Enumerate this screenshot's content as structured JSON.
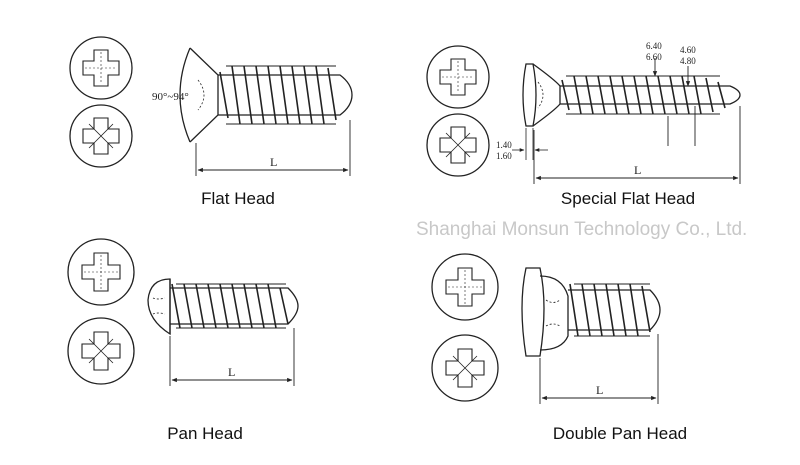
{
  "watermark": "Shanghai Monsun Technology Co., Ltd.",
  "panels": {
    "flat_head": {
      "caption": "Flat Head",
      "angle_label": "90°~94°",
      "length_label": "L"
    },
    "special_flat_head": {
      "caption": "Special Flat Head",
      "dim_a_top": "6.40",
      "dim_a_bottom": "6.60",
      "dim_b_top": "4.60",
      "dim_b_bottom": "4.80",
      "dim_c_top": "1.40",
      "dim_c_bottom": "1.60",
      "length_label": "L"
    },
    "pan_head": {
      "caption": "Pan Head",
      "length_label": "L"
    },
    "double_pan_head": {
      "caption": "Double Pan Head",
      "length_label": "L"
    }
  },
  "colors": {
    "line": "#222222",
    "watermark": "#c8c8c8"
  }
}
